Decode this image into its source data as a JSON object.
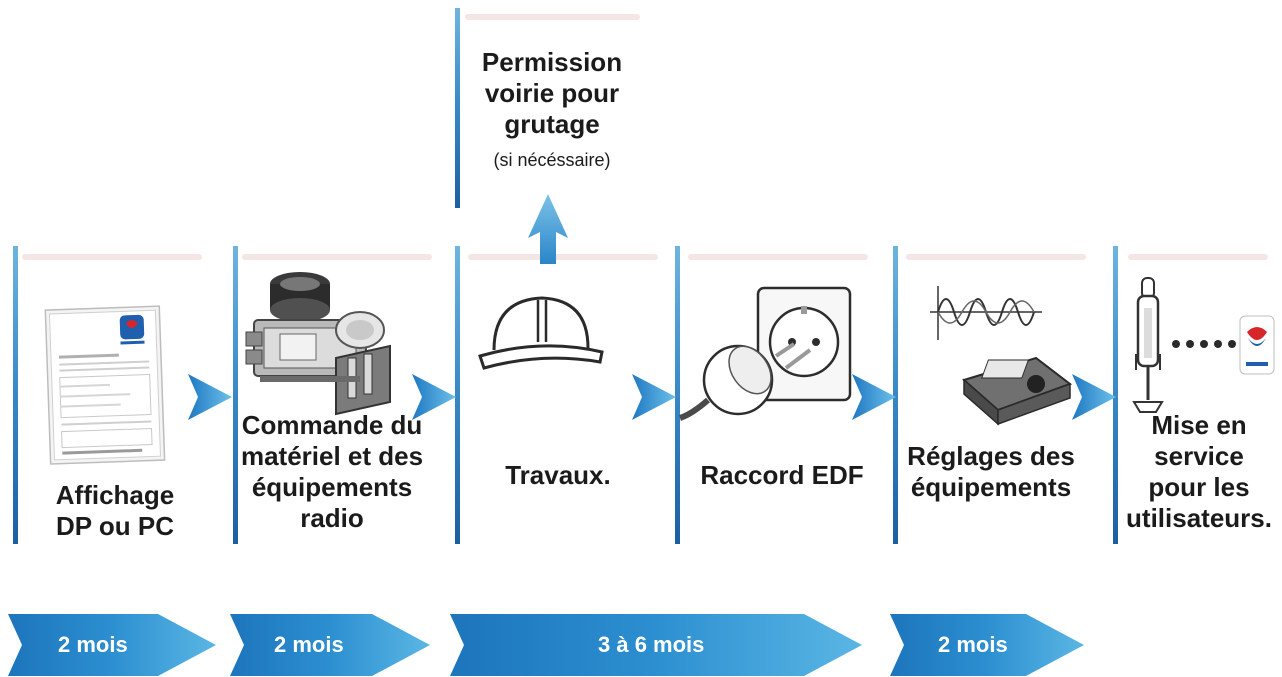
{
  "steps": [
    {
      "id": "affichage",
      "label_lines": [
        "Affichage",
        "DP ou PC"
      ],
      "icon": "document-panel-icon"
    },
    {
      "id": "commande",
      "label_lines": [
        "Commande du",
        "matériel et des",
        "équipements",
        "radio"
      ],
      "icon": "radio-equipment-icon"
    },
    {
      "id": "travaux",
      "label_lines": [
        "Travaux."
      ],
      "icon": "hard-hat-icon"
    },
    {
      "id": "raccord",
      "label_lines": [
        "Raccord EDF"
      ],
      "icon": "power-plug-icon"
    },
    {
      "id": "reglages",
      "label_lines": [
        "Réglages des",
        "équipements"
      ],
      "icon": "signal-meter-icon"
    },
    {
      "id": "mise-en-service",
      "label_lines": [
        "Mise en",
        "service",
        "pour les",
        "utilisateurs."
      ],
      "icon": "antenna-link-icon"
    }
  ],
  "permission": {
    "label_lines": [
      "Permission",
      "voirie pour",
      "grutage"
    ],
    "note": "(si nécéssaire)"
  },
  "durations": [
    {
      "label": "2 mois"
    },
    {
      "label": "2 mois"
    },
    {
      "label": "3 à 6 mois"
    },
    {
      "label": "2 mois"
    }
  ],
  "colors": {
    "accent_blue": "#2c8fd0",
    "dark_blue": "#1b5fa3",
    "light_blue": "#6fb4e0",
    "brand_red": "#d7262b",
    "brand_blue": "#1f5fae"
  }
}
